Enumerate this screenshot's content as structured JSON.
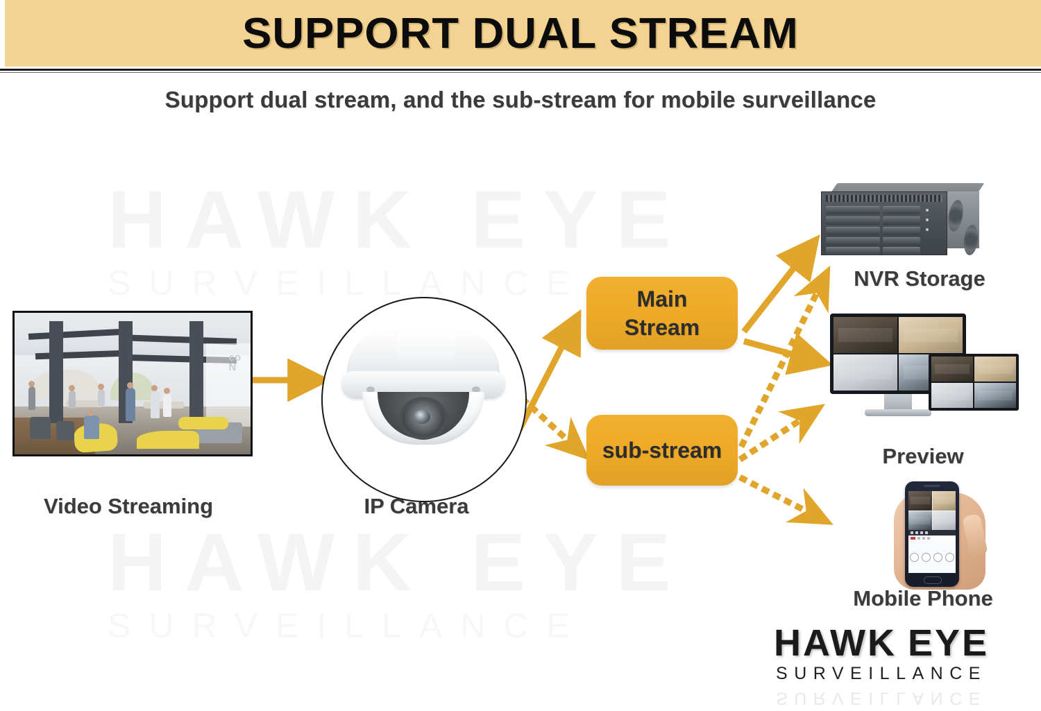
{
  "header": {
    "title": "SUPPORT DUAL STREAM",
    "band_color": "#F2D392",
    "title_color": "#0C0C0C"
  },
  "subtitle": "Support dual stream, and the sub-stream for mobile surveillance",
  "watermark": {
    "main": "HAWK EYE",
    "sub": "SURVEILLANCE",
    "color": "#F4F4F4"
  },
  "diagram": {
    "accent_color": "#EDA927",
    "label_color": "#3B3B3B",
    "source": {
      "label": "Video Streaming",
      "image_alt": "office lobby interior with people working"
    },
    "camera": {
      "label": "IP Camera",
      "image_alt": "white dome IP camera"
    },
    "streams": [
      {
        "id": "main",
        "label_line1": "Main",
        "label_line2": "Stream",
        "line_style": "solid"
      },
      {
        "id": "sub",
        "label_line1": "sub-stream",
        "label_line2": "",
        "line_style": "dotted"
      }
    ],
    "destinations": [
      {
        "id": "nvr",
        "label": "NVR Storage",
        "image_alt": "rack mount network video recorder"
      },
      {
        "id": "preview",
        "label": "Preview",
        "image_alt": "desktop monitor and tablet with four camera views"
      },
      {
        "id": "mobile",
        "label": "Mobile Phone",
        "image_alt": "hand holding smartphone with four camera views"
      }
    ],
    "connections": [
      {
        "from": "source",
        "to": "camera",
        "style": "solid"
      },
      {
        "from": "camera",
        "to": "main",
        "style": "solid"
      },
      {
        "from": "camera",
        "to": "sub",
        "style": "dotted"
      },
      {
        "from": "main",
        "to": "nvr",
        "style": "solid"
      },
      {
        "from": "main",
        "to": "preview",
        "style": "solid"
      },
      {
        "from": "sub",
        "to": "nvr",
        "style": "dotted"
      },
      {
        "from": "sub",
        "to": "preview",
        "style": "dotted"
      },
      {
        "from": "sub",
        "to": "mobile",
        "style": "dotted"
      }
    ]
  },
  "logo": {
    "word1": "HAWK",
    "word2": "EYE",
    "tagline": "SURVEILLANCE"
  }
}
